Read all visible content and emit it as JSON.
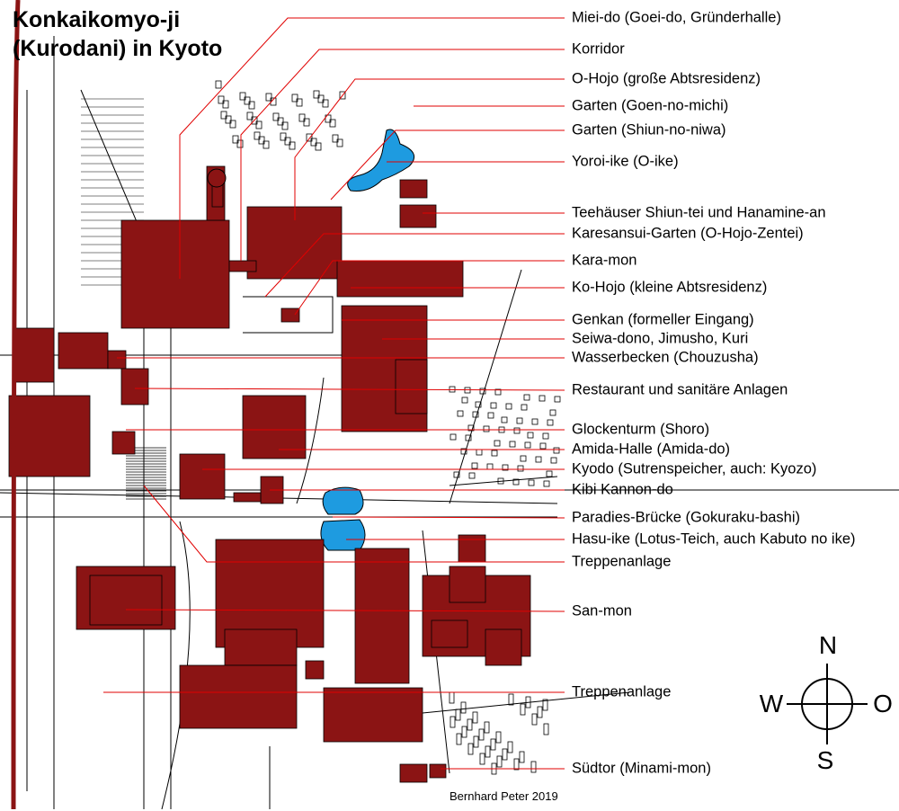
{
  "title": [
    "Konkaikomyo-ji",
    "(Kurodani) in Kyoto"
  ],
  "labels": [
    "Miei-do (Goei-do, Gründerhalle)",
    "Korridor",
    "O-Hojo (große Abtsresidenz)",
    "Garten (Goen-no-michi)",
    "Garten (Shiun-no-niwa)",
    "Yoroi-ike (O-ike)",
    "Teehäuser Shiun-tei und Hanamine-an",
    "Karesansui-Garten (O-Hojo-Zentei)",
    "Kara-mon",
    "Ko-Hojo (kleine Abtsresidenz)",
    "Genkan (formeller Eingang)",
    "Seiwa-dono, Jimusho, Kuri",
    "Wasserbecken (Chouzusha)",
    "Restaurant und sanitäre Anlagen",
    "Glockenturm (Shoro)",
    "Amida-Halle (Amida-do)",
    "Kyodo (Sutrenspeicher, auch: Kyozo)",
    "Kibi Kannon-do",
    "Paradies-Brücke (Gokuraku-bashi)",
    "Hasu-ike (Lotus-Teich, auch Kabuto no ike)",
    "Treppenanlage",
    "San-mon",
    "Treppenanlage",
    "Südtor (Minami-mon)"
  ],
  "compass": {
    "n": "N",
    "s": "S",
    "w": "W",
    "e": "O"
  },
  "credit": "Bernhard Peter 2019",
  "colors": {
    "building": "#8b1414",
    "water": "#1e9be0",
    "leader": "#e00000"
  }
}
